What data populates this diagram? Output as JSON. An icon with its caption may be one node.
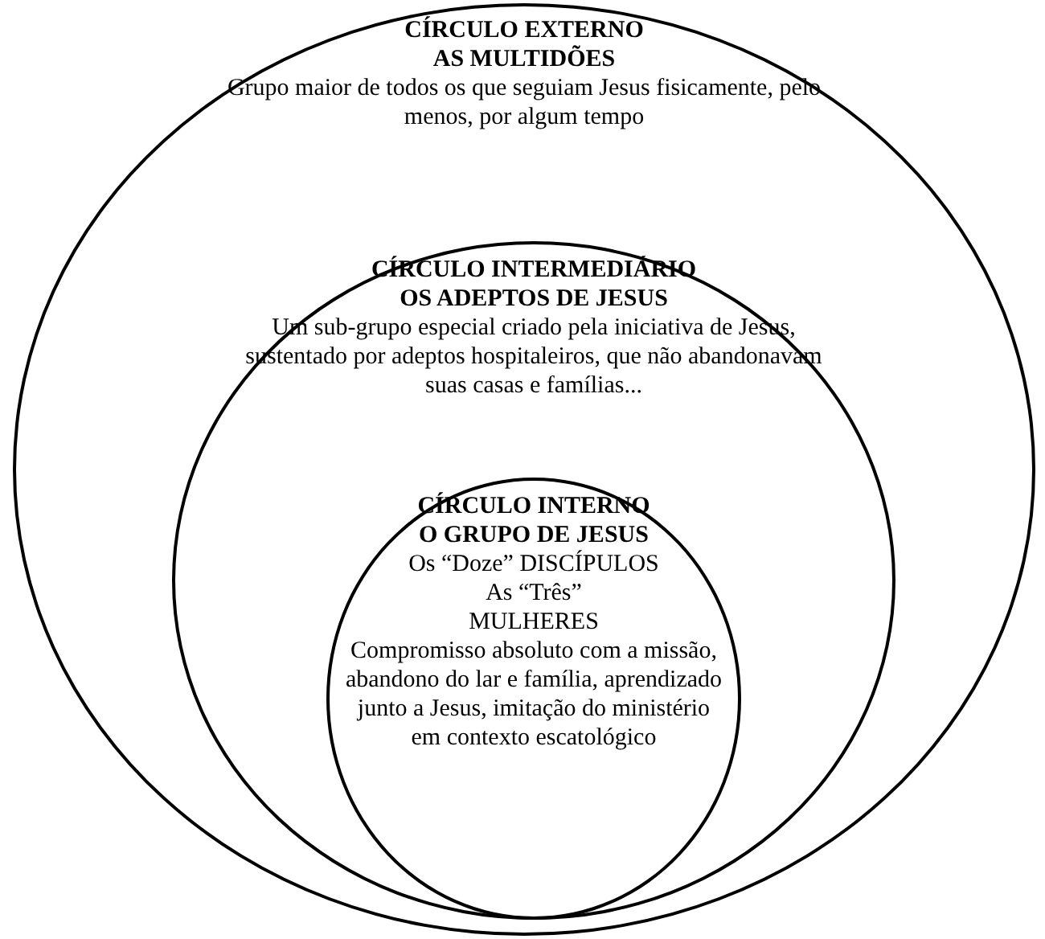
{
  "diagram": {
    "nodes": [
      {
        "text": [
          "CÍRCULO EXTERNO",
          "AS MULTIDÕES",
          "Grupo maior de todos os que seguiam Jesus fisicamente, pelo menos, por algum tempo"
        ]
      },
      {
        "text": [
          "CÍRCULO INTERMEDIÁRIO",
          "OS ADEPTOS DE JESUS",
          "Um sub-grupo especial criado pela iniciativa de Jesus, sustentado por adeptos hospitaleiros, que não abandonavam suas casas e famílias..."
        ],
        "in": 0
      },
      {
        "text": [
          "CÍRCULO INTERNO",
          "O GRUPO DE JESUS",
          "Os “Doze” DISCÍPULOS",
          "As “Três”",
          "MULHERES",
          "Compromisso absoluto com a missão, abandono do lar e família, aprendizado junto a Jesus, imitação do ministério em contexto escatológico"
        ],
        "in": 1
      }
    ]
  }
}
